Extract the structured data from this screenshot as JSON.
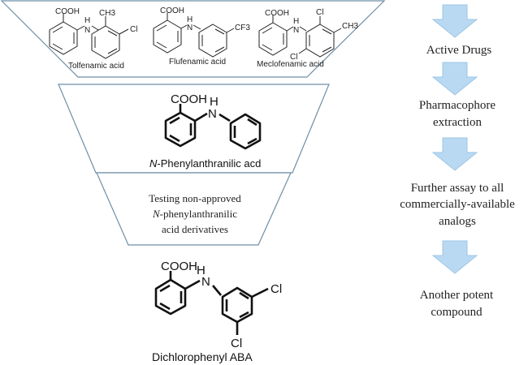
{
  "funnel": {
    "tier1": {
      "drugs": [
        {
          "name": "Tolfenamic acid",
          "cooh": "COOH",
          "nh": "H",
          "sub1": "CH3",
          "sub2": "Cl"
        },
        {
          "name": "Flufenamic acid",
          "cooh": "COOH",
          "nh": "H",
          "sub1": "CF3"
        },
        {
          "name": "Meclofenamic acid",
          "cooh": "COOH",
          "nh": "H",
          "sub1": "Cl",
          "sub2": "CH3",
          "sub3": "Cl"
        }
      ]
    },
    "tier2": {
      "cooh": "COOH",
      "nh": "H",
      "name_italic": "N",
      "name_rest": "-Phenylanthranilic acd"
    },
    "tier3": {
      "line1": "Testing non-approved",
      "line2_italic": "N",
      "line2_rest": "-phenylanthranilic",
      "line3": "acid derivatives"
    }
  },
  "result": {
    "cooh": "COOH",
    "nh": "H",
    "cl_top": "Cl",
    "cl_bottom": "Cl",
    "name": "Dichlorophenyl ABA"
  },
  "steps": [
    {
      "lines": [
        "Active Drugs"
      ]
    },
    {
      "lines": [
        "Pharmacophore",
        "extraction"
      ]
    },
    {
      "lines": [
        "Further assay to all",
        "commercially-available",
        "analogs"
      ]
    },
    {
      "lines": [
        "Another potent",
        "compound"
      ]
    }
  ],
  "colors": {
    "arrow_fill": "#b9d9f2",
    "arrow_stroke": "#9cc6e6",
    "funnel_stroke": "#6f8fa6",
    "text": "#222222"
  }
}
